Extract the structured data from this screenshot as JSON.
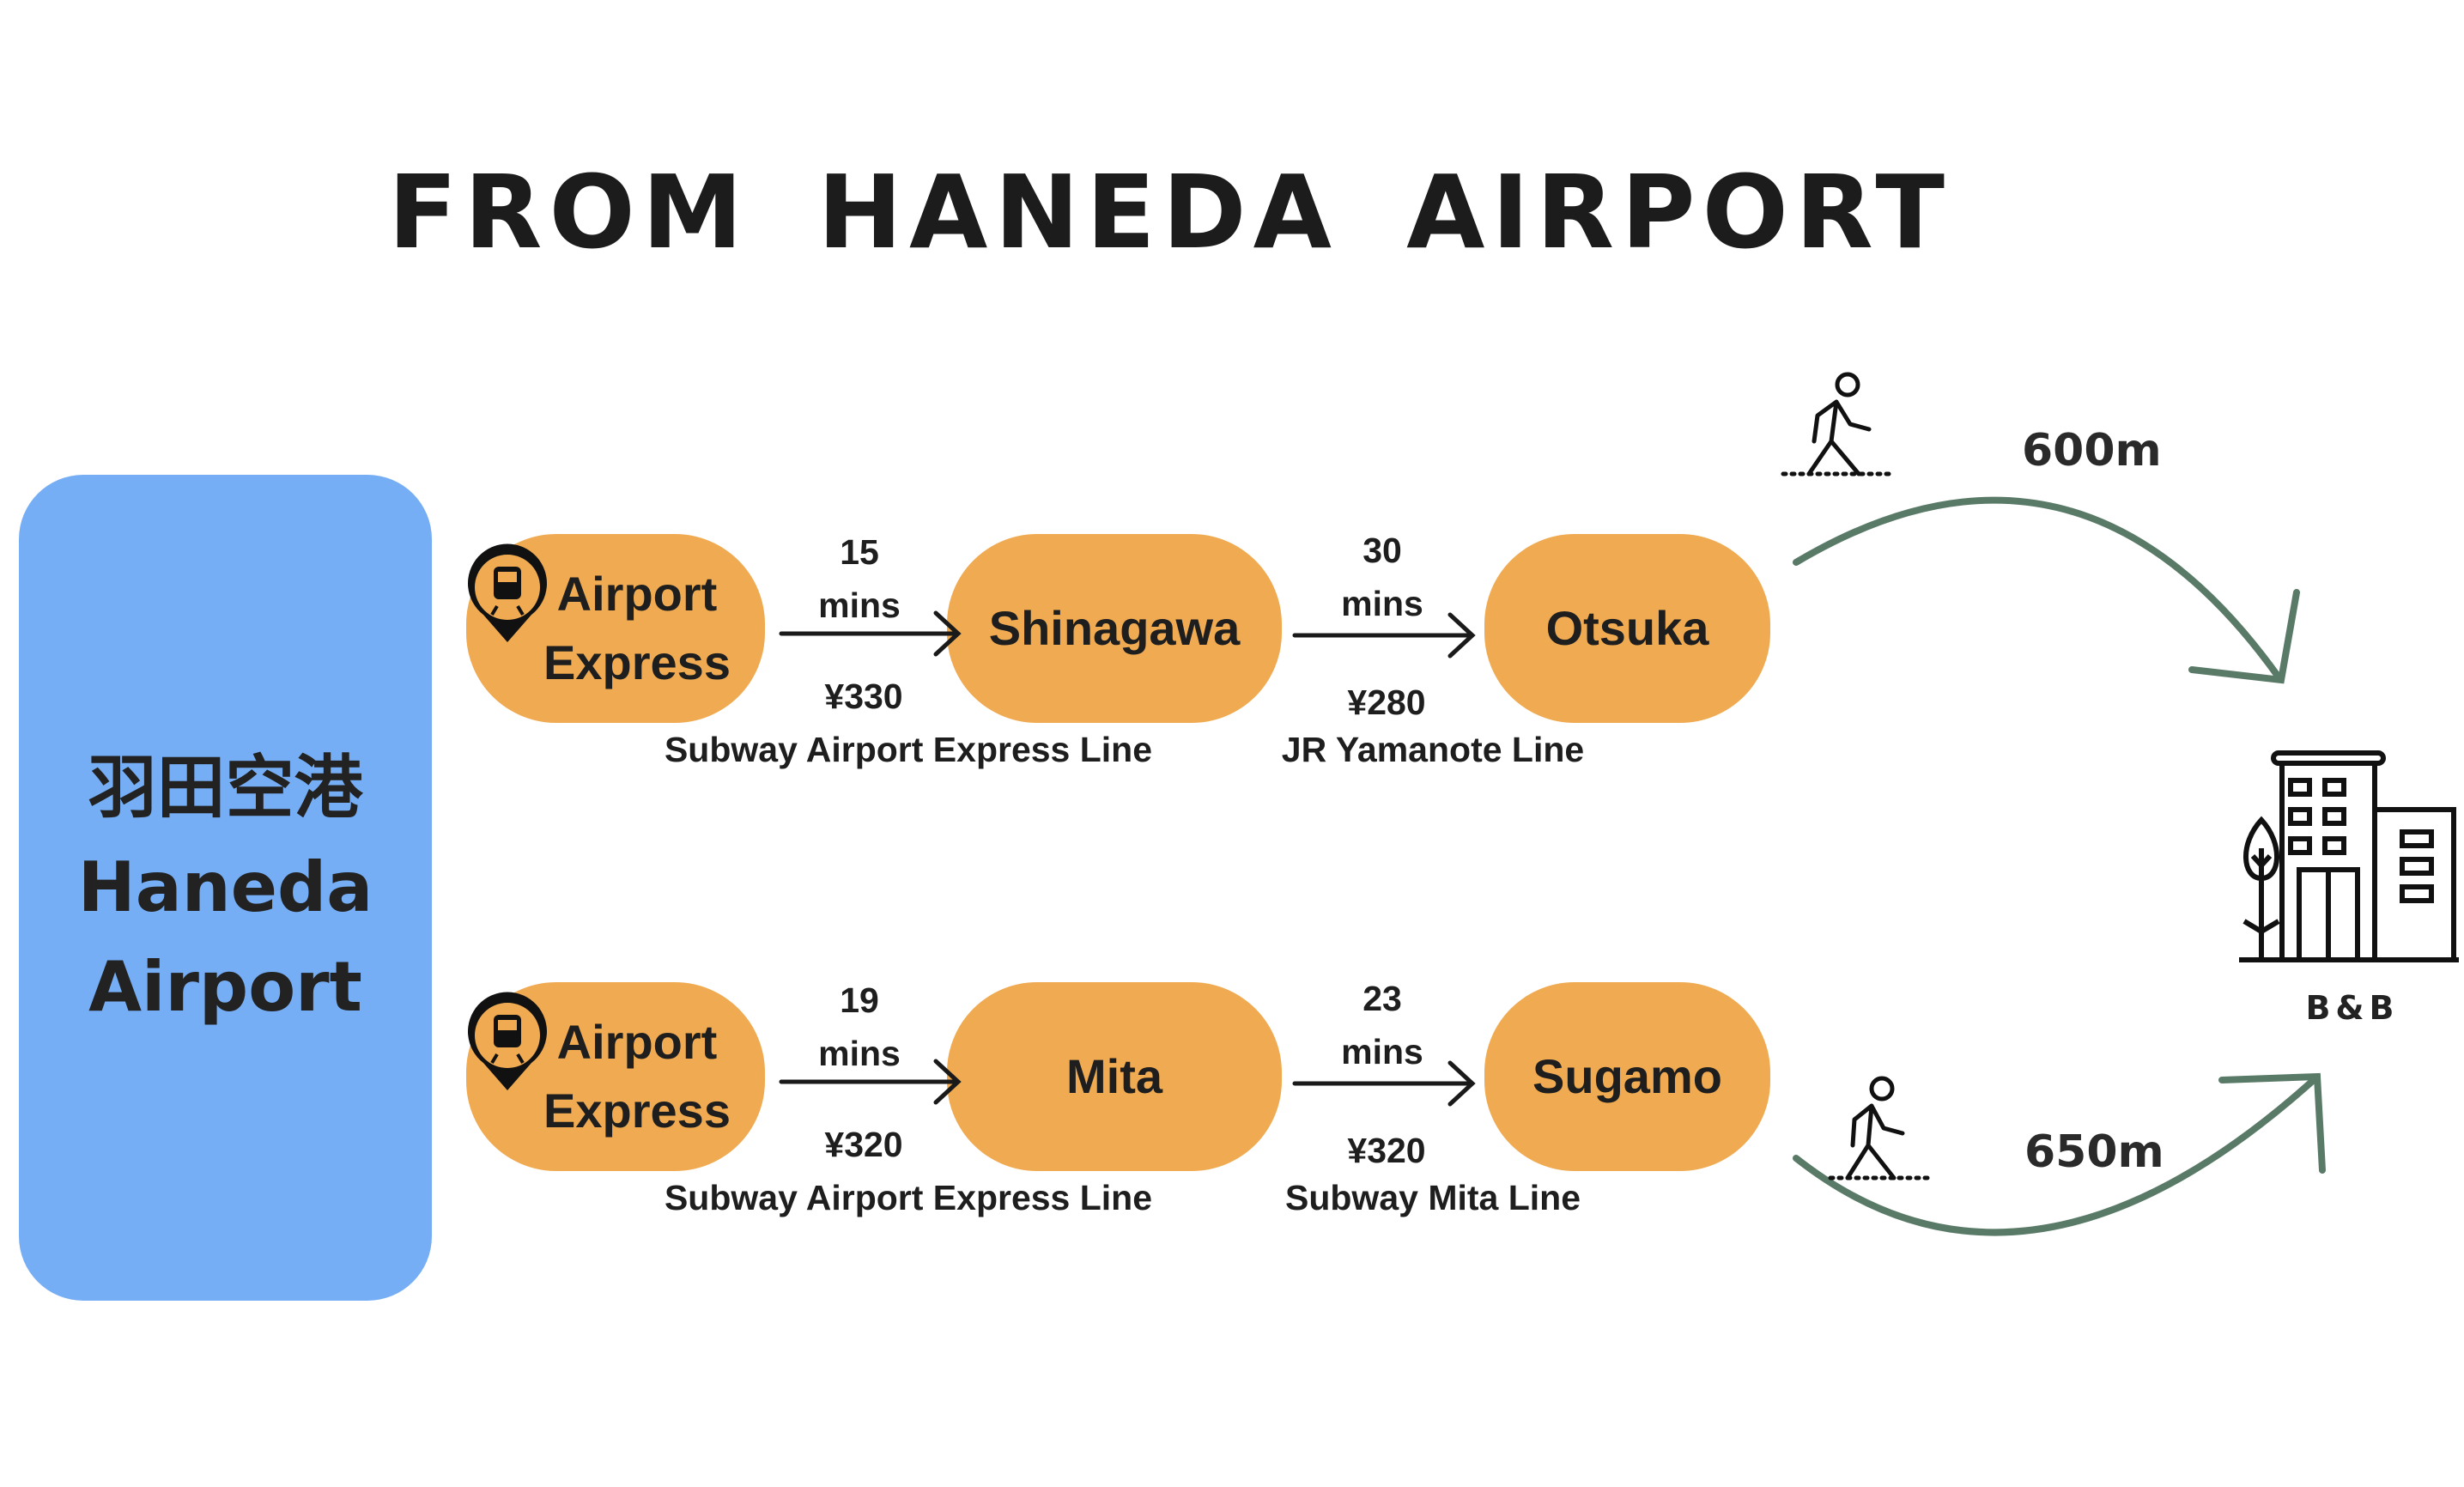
{
  "title": "FROM HANEDA AIRPORT",
  "origin": {
    "japanese": "羽田空港",
    "line1": "Haneda",
    "line2": "Airport"
  },
  "routes": [
    {
      "start": {
        "line1": "Airport",
        "line2": "Express",
        "icon": "train-pin-icon"
      },
      "leg1": {
        "time": "15",
        "unit": "mins",
        "fare": "¥330",
        "line": "Subway Airport Express Line"
      },
      "transfer": "Shinagawa",
      "leg2": {
        "time": "30",
        "unit": "mins",
        "fare": "¥280",
        "line": "JR Yamanote Line"
      },
      "destination": "Otsuka",
      "walk": "600m"
    },
    {
      "start": {
        "line1": "Airport",
        "line2": "Express",
        "icon": "train-pin-icon"
      },
      "leg1": {
        "time": "19",
        "unit": "mins",
        "fare": "¥320",
        "line": "Subway Airport Express Line"
      },
      "transfer": "Mita",
      "leg2": {
        "time": "23",
        "unit": "mins",
        "fare": "¥320",
        "line": "Subway Mita Line"
      },
      "destination": "Sugamo",
      "walk": "650m"
    }
  ],
  "goal": {
    "label": "B&B",
    "icon": "building-icon"
  },
  "colors": {
    "origin": "#76aef5",
    "station": "#f0ab52",
    "walk_arrow": "#5a7a68"
  }
}
